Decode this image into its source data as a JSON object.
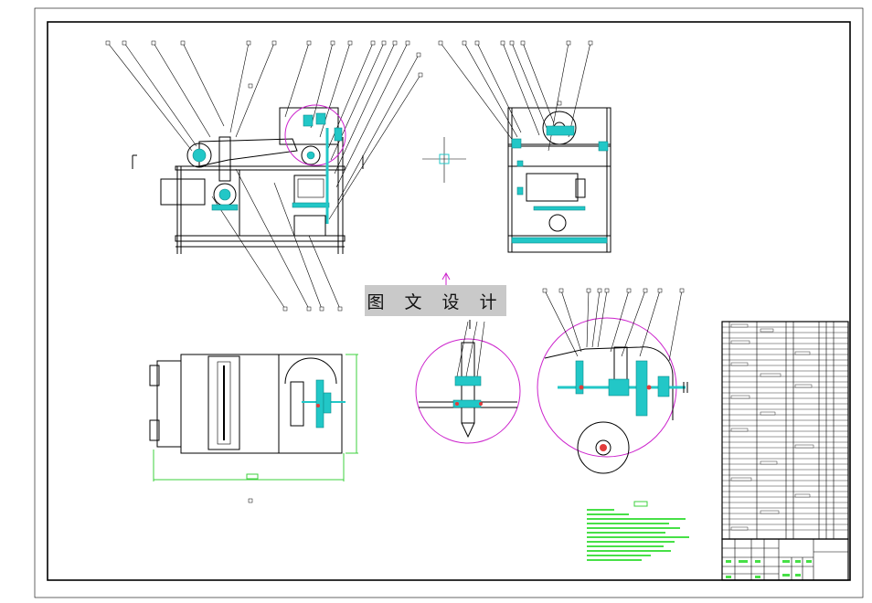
{
  "watermark": {
    "text": "图 文 设 计"
  },
  "colors": {
    "outline": "#000000",
    "parts": "#22c7c7",
    "detail_circle": "#cc22cc",
    "tech_notes": "#3dd13d",
    "highlight": "#e23b3b",
    "watermark_bg": "#c9c9c9"
  },
  "views": [
    "front-view",
    "side-view",
    "top-view",
    "detail-view-a",
    "detail-view-b"
  ],
  "panels": [
    "title-block",
    "parts-list",
    "technical-requirements"
  ]
}
